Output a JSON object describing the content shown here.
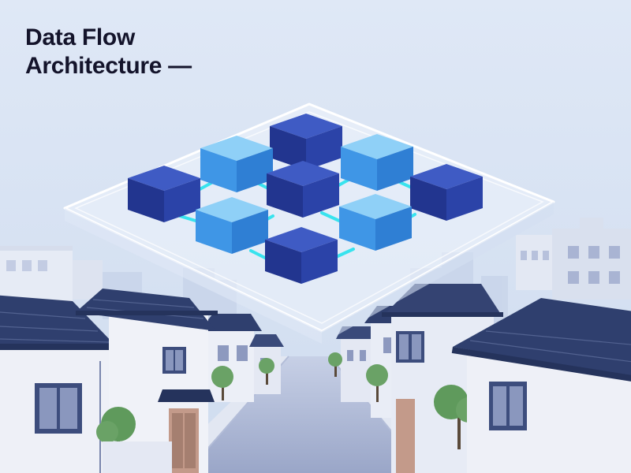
{
  "title": {
    "line1": "Data Flow",
    "line2": "Architecture —"
  },
  "colors": {
    "sky": "#dde7f5",
    "node_dark": "#2b43a8",
    "node_light": "#3f96e6",
    "connector": "#38e3ee",
    "platform": "#eef4fc",
    "roof": "#2f3f6e",
    "wall": "#eef0f7",
    "tree": "#5f9a5c"
  },
  "diagram": {
    "nodes": [
      {
        "id": "n-top",
        "tone": "dark"
      },
      {
        "id": "n-upper-left",
        "tone": "light"
      },
      {
        "id": "n-upper-right",
        "tone": "light"
      },
      {
        "id": "n-left",
        "tone": "dark"
      },
      {
        "id": "n-center",
        "tone": "dark"
      },
      {
        "id": "n-right",
        "tone": "dark"
      },
      {
        "id": "n-lower-left",
        "tone": "light"
      },
      {
        "id": "n-lower-right",
        "tone": "light"
      },
      {
        "id": "n-bottom",
        "tone": "dark"
      }
    ]
  }
}
